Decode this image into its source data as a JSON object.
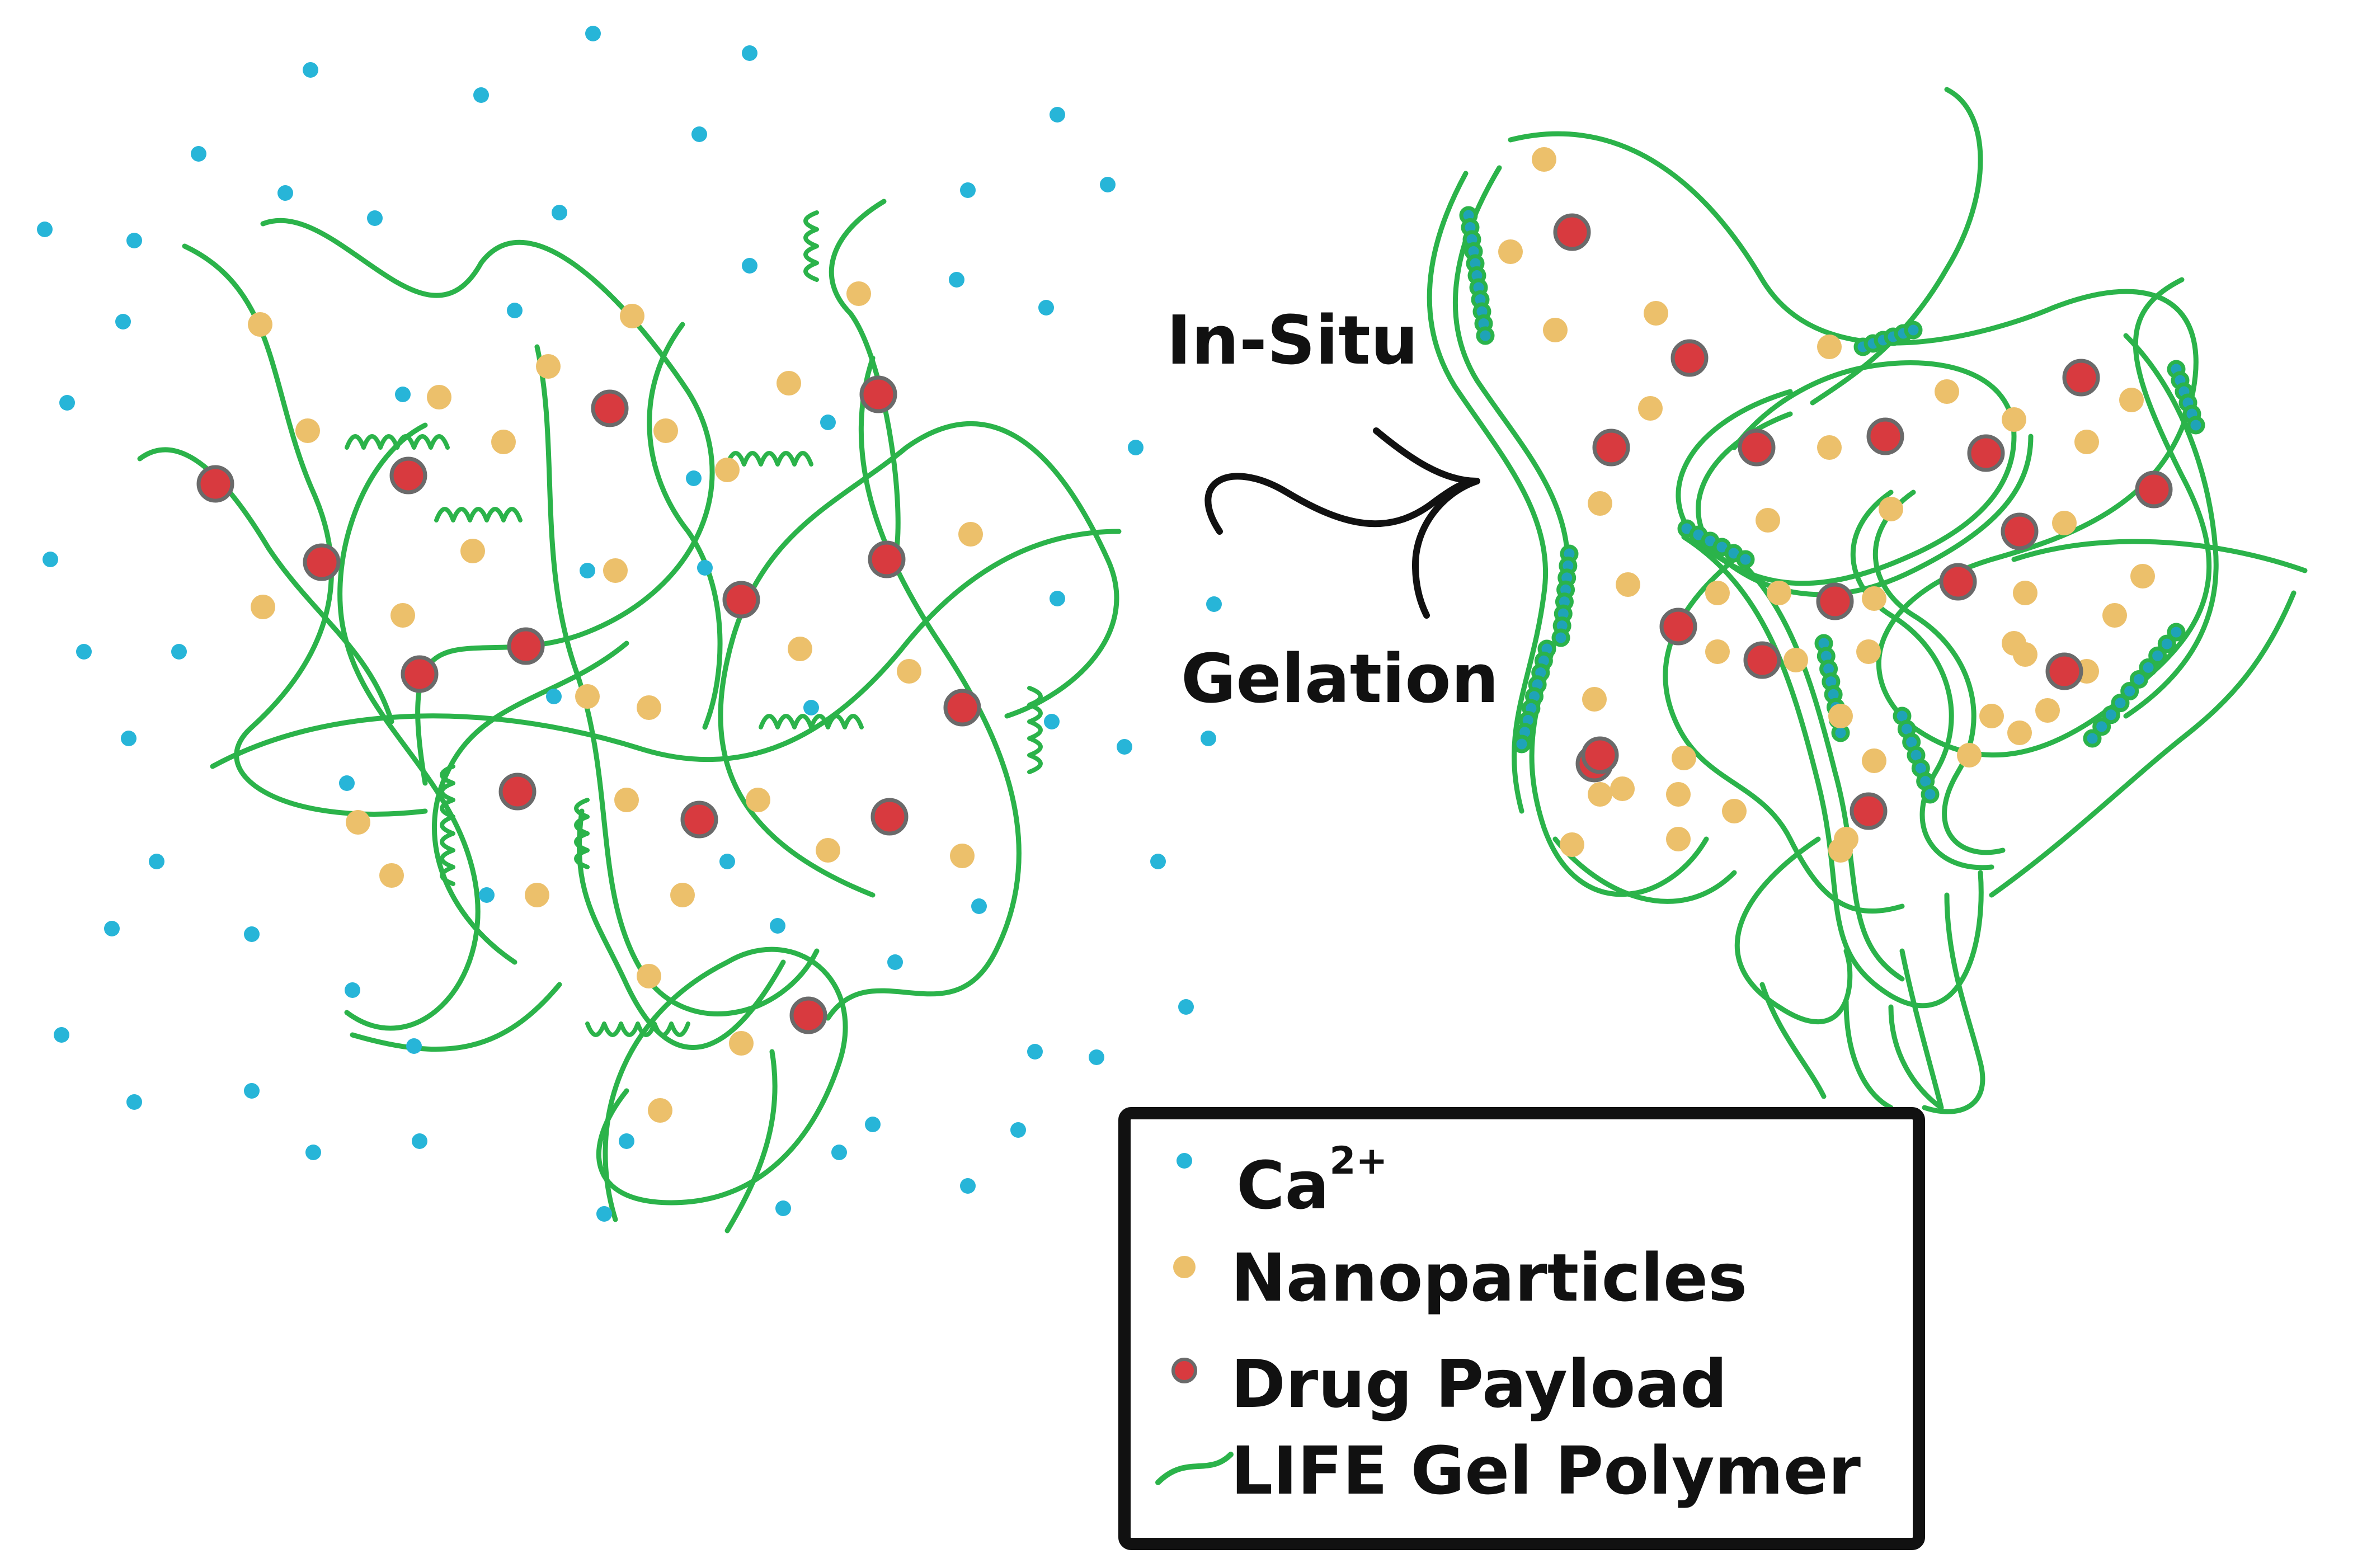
{
  "process": {
    "label_top": "In-Situ",
    "label_bottom": "Gelation"
  },
  "legend": {
    "items": [
      {
        "key": "calcium",
        "label": "Ca",
        "superscript": "2+"
      },
      {
        "key": "nanoparticle",
        "label": "Nanoparticles"
      },
      {
        "key": "drug",
        "label": "Drug Payload"
      },
      {
        "key": "polymer",
        "label": "LIFE Gel Polymer"
      }
    ]
  },
  "colors": {
    "calcium": "#27b5d8",
    "nanoparticle": "#ecc06b",
    "drug_fill": "#d83a3f",
    "drug_ring": "#6a6a6a",
    "polymer": "#2bb34a",
    "crosslink": "#1fa3b8",
    "text": "#111111",
    "legend_border": "#111111"
  }
}
